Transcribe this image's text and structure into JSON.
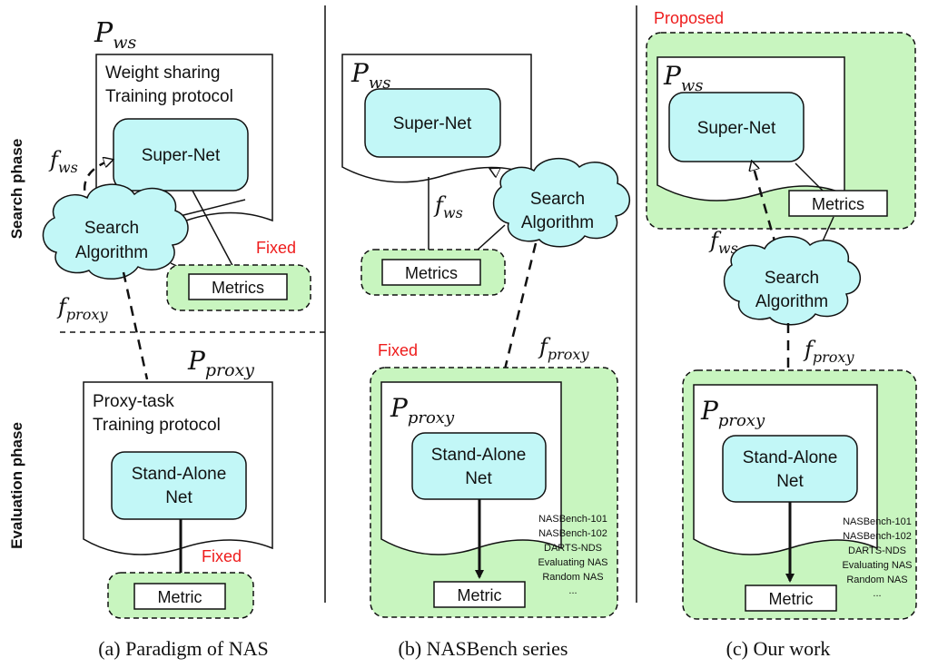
{
  "colors": {
    "fixed_region_fill": "#c8f5bf",
    "node_fill": "#c2f7f7",
    "fixed_label": "#ee1c1c",
    "proposed_label": "#ee1c1c",
    "line": "#111111"
  },
  "row_labels": {
    "search_phase": "Search phase",
    "evaluation_phase": "Evaluation phase"
  },
  "panels": {
    "a": {
      "caption": "(a) Paradigm of NAS",
      "p_ws": {
        "base": "P",
        "sub": "ws"
      },
      "ws_protocol_line1": "Weight sharing",
      "ws_protocol_line2": "Training protocol",
      "super_net": "Super-Net",
      "f_ws": {
        "base": "f",
        "sub": "ws"
      },
      "search_algorithm_line1": "Search",
      "search_algorithm_line2": "Algorithm",
      "fixed_top": "Fixed",
      "metrics": "Metrics",
      "f_proxy": {
        "base": "f",
        "sub": "proxy"
      },
      "p_proxy": {
        "base": "P",
        "sub": "proxy"
      },
      "proxy_protocol_line1": "Proxy-task",
      "proxy_protocol_line2": "Training protocol",
      "stand_alone_line1": "Stand-Alone",
      "stand_alone_line2": "Net",
      "fixed_bottom": "Fixed",
      "metric": "Metric"
    },
    "b": {
      "caption": "(b) NASBench series",
      "p_ws": {
        "base": "P",
        "sub": "ws"
      },
      "super_net": "Super-Net",
      "f_ws": {
        "base": "f",
        "sub": "ws"
      },
      "search_algorithm_line1": "Search",
      "search_algorithm_line2": "Algorithm",
      "metrics": "Metrics",
      "fixed": "Fixed",
      "f_proxy": {
        "base": "f",
        "sub": "proxy"
      },
      "p_proxy": {
        "base": "P",
        "sub": "proxy"
      },
      "stand_alone_line1": "Stand-Alone",
      "stand_alone_line2": "Net",
      "metric": "Metric",
      "benchmarks": [
        "NASBench-101",
        "NASBench-102",
        "DARTS-NDS",
        "Evaluating NAS",
        "Random NAS",
        "..."
      ]
    },
    "c": {
      "caption": "(c) Our work",
      "proposed": "Proposed",
      "p_ws": {
        "base": "P",
        "sub": "ws"
      },
      "super_net": "Super-Net",
      "metrics": "Metrics",
      "f_ws": {
        "base": "f",
        "sub": "ws"
      },
      "search_algorithm_line1": "Search",
      "search_algorithm_line2": "Algorithm",
      "f_proxy": {
        "base": "f",
        "sub": "proxy"
      },
      "p_proxy": {
        "base": "P",
        "sub": "proxy"
      },
      "stand_alone_line1": "Stand-Alone",
      "stand_alone_line2": "Net",
      "metric": "Metric",
      "benchmarks": [
        "NASBench-101",
        "NASBench-102",
        "DARTS-NDS",
        "Evaluating NAS",
        "Random NAS",
        "..."
      ]
    }
  }
}
